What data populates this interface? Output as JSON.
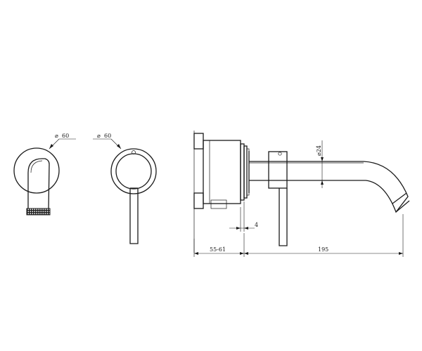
{
  "dimensions": {
    "front_spout_diameter": "60",
    "front_mixer_diameter": "60",
    "spout_pipe_diameter": "24",
    "offset_small": "4",
    "wall_depth": "55-61",
    "spout_reach": "195"
  },
  "diameter_symbol": "⌀"
}
